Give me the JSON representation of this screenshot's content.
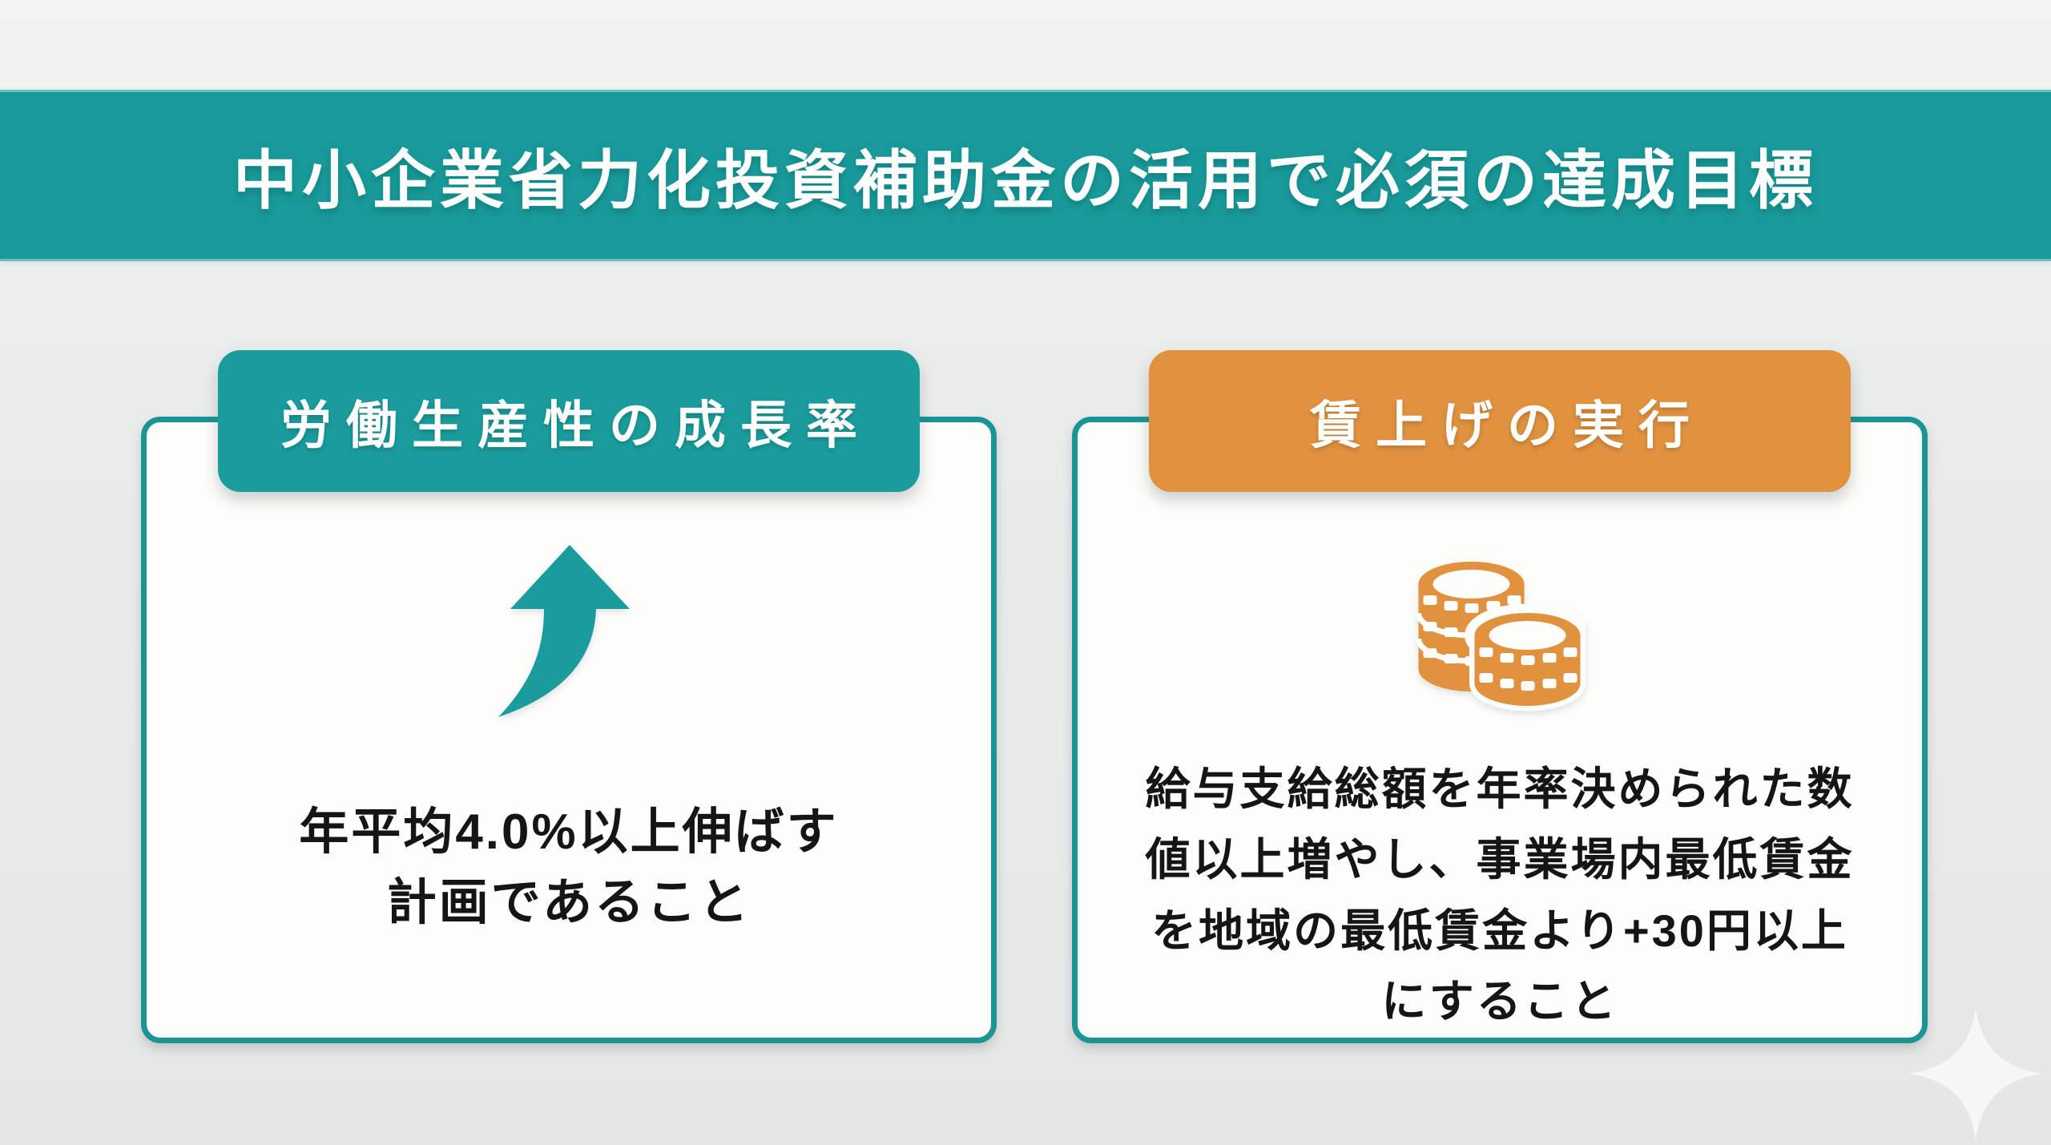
{
  "banner": {
    "title": "中小企業省力化投資補助金の活用で必須の達成目標"
  },
  "cards": [
    {
      "header": "労働生産性の成長率",
      "icon": "growth-arrow-icon",
      "accent_color": "#1b9c9c",
      "body_lines": [
        "年平均4.0%以上伸ばす",
        "計画であること"
      ]
    },
    {
      "header": "賃上げの実行",
      "icon": "coin-stack-icon",
      "accent_color": "#e0923f",
      "body_lines": [
        "給与支給総額を年率決められた数",
        "値以上増やし、事業場内最低賃金",
        "を地域の最低賃金より+30円以上",
        "にすること"
      ]
    }
  ],
  "decoration": {
    "sparkle": "four-point-star"
  },
  "colors": {
    "teal_banner": "#199a9a",
    "teal_tab": "#1b9c9c",
    "teal_border": "#1b9494",
    "orange": "#e0923f",
    "card_background": "#fdfdfb",
    "page_background_top": "#f3f4f2",
    "page_background_bottom": "#e5e7e6",
    "body_text": "#151515",
    "title_text": "#ffffff"
  }
}
